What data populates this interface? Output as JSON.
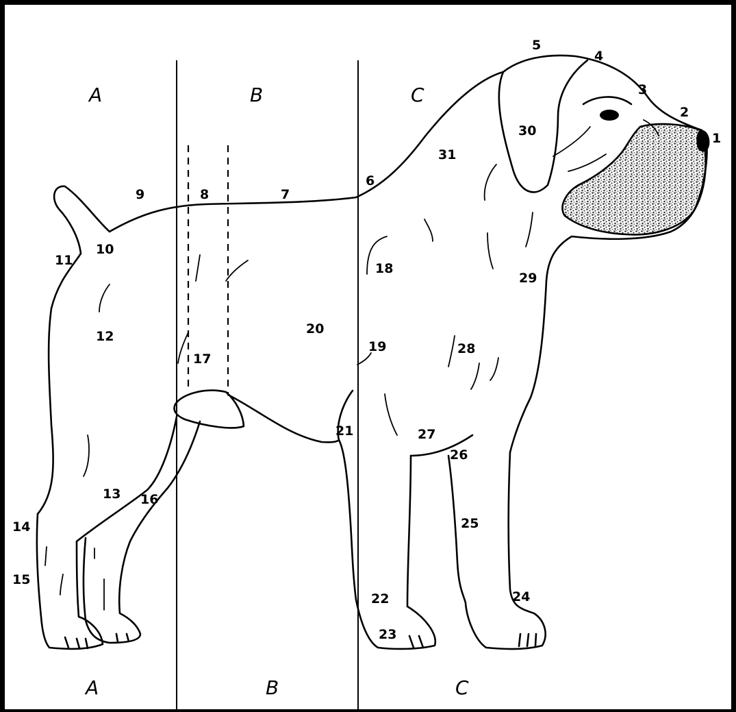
{
  "regions": {
    "top": [
      "A",
      "B",
      "C"
    ],
    "bottom": [
      "A",
      "B",
      "C"
    ]
  },
  "part_labels": [
    "1",
    "2",
    "3",
    "4",
    "5",
    "6",
    "7",
    "8",
    "9",
    "10",
    "11",
    "12",
    "13",
    "14",
    "15",
    "16",
    "17",
    "18",
    "19",
    "20",
    "21",
    "22",
    "23",
    "24",
    "25",
    "26",
    "27",
    "28",
    "29",
    "30",
    "31"
  ],
  "colors": {
    "line": "#000000",
    "background": "#ffffff",
    "muzzle_shade": "#6b6b6b",
    "nose": "#000000"
  }
}
